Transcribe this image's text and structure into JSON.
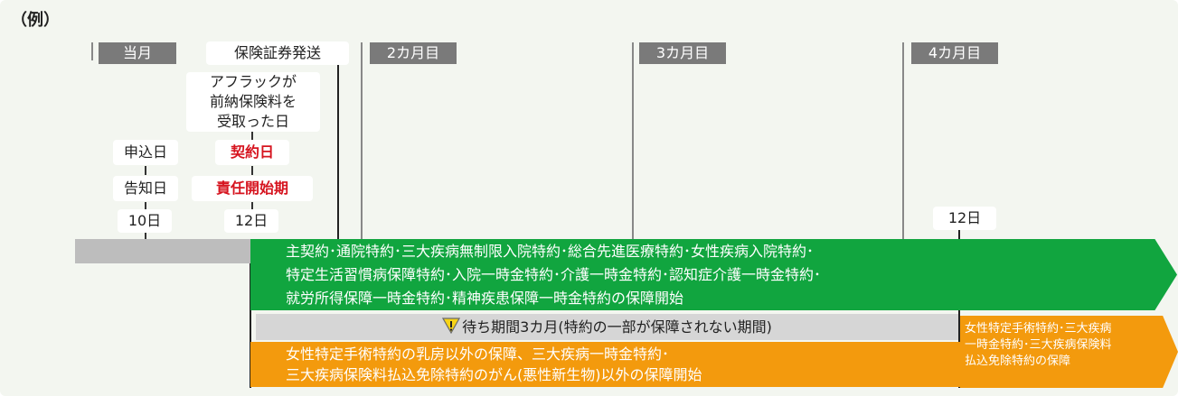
{
  "example_label": "（例）",
  "months": {
    "m1": "当月",
    "m2": "2カ月目",
    "m3": "3カ月目",
    "m4": "4カ月目"
  },
  "policy_sent": "保険証券発送",
  "aflac_received": [
    "アフラックが",
    "前納保険料を",
    "受取った日"
  ],
  "apply_day": "申込日",
  "notice_day": "告知日",
  "contract_day": "契約日",
  "liability_start": "責任開始期",
  "day10": "10日",
  "day12": "12日",
  "day12_later": "12日",
  "green_lines": [
    "主契約･通院特約･三大疾病無制限入院特約･総合先進医療特約･女性疾病入院特約･",
    "特定生活習慣病保障特約･入院一時金特約･介護一時金特約･認知症介護一時金特約･",
    "就労所得保障一時金特約･精神疾患保障一時金特約の保障開始"
  ],
  "waiting_period": "待ち期間3カ月(特約の一部が保障されない期間)",
  "orange_lines": [
    "女性特定手術特約の乳房以外の保障、三大疾病一時金特約･",
    "三大疾病保険料払込免除特約のがん(悪性新生物)以外の保障開始"
  ],
  "orange_right_lines": [
    "女性特定手術特約･三大疾病",
    "一時金特約･三大疾病保険料",
    "払込免除特約の保障"
  ],
  "colors": {
    "green": "#11a53f",
    "orange": "#f39a0d",
    "gray": "#7a7a7a",
    "red": "#d6141f",
    "warn_yellow": "#f7d417"
  },
  "icons": [
    "warning-icon"
  ]
}
